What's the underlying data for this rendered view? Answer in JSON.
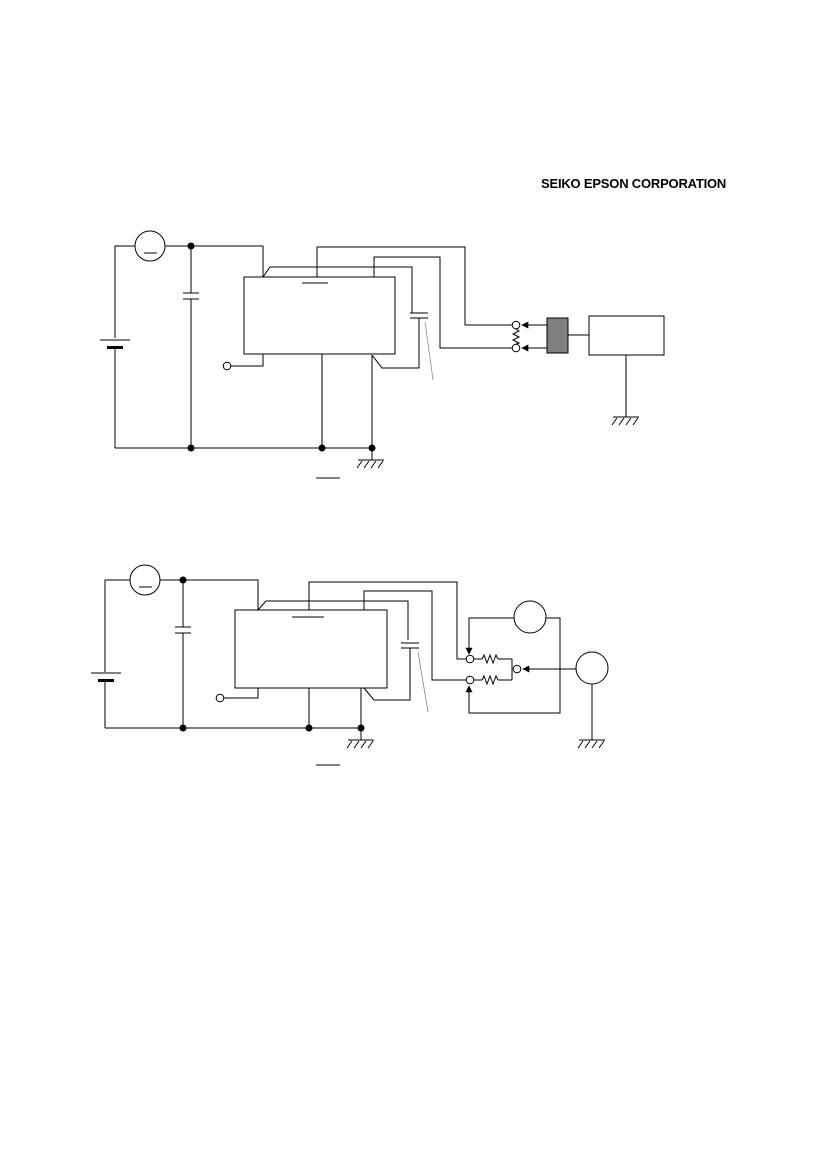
{
  "header": {
    "company": "SEIKO EPSON CORPORATION"
  },
  "colors": {
    "line": "#000000",
    "leader_line": "#888888",
    "probe_fill": "#808080",
    "background": "#ffffff"
  },
  "diagrams": [
    {
      "id": "top-circuit"
    },
    {
      "id": "bottom-circuit"
    }
  ]
}
